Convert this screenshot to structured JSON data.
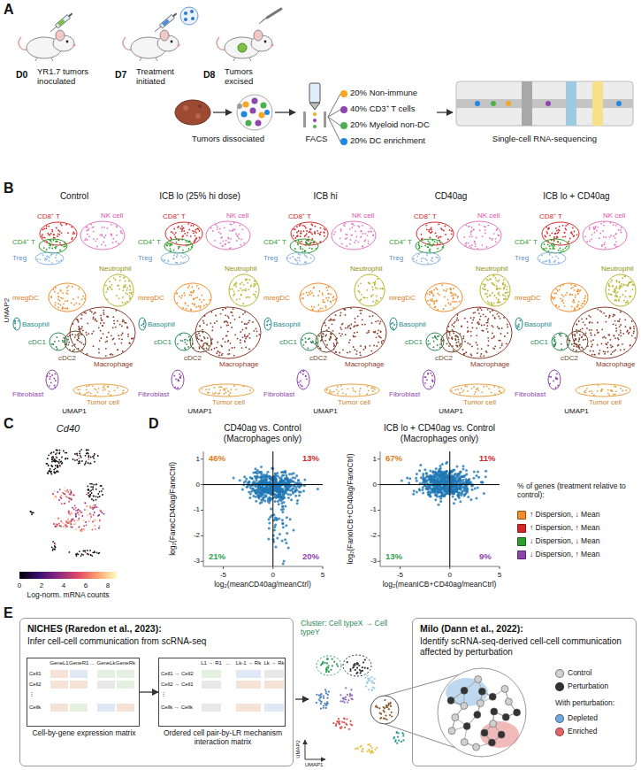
{
  "diagram": {
    "nodes": [
      {
        "text": [
          "NICHES (Raredon et al., 2023):",
          "Infer cell-cell communication from scRNA-seq"
        ]
      },
      {
        "text": [
          "Cell-by-gene expression matrix"
        ],
        "in": 0
      },
      {
        "text": [
          "Ordered cell pair-by-LR mechanism interaction matrix"
        ],
        "in": 0
      },
      {
        "text": [
          "Milo (Dann et al., 2022):",
          "Identify scRNA-seq-derived cell-cell communication affected by perturbation"
        ]
      }
    ],
    "edges": [
      {
        "from": 1,
        "to": 2,
        "arrow": "to"
      }
    ],
    "labels": [
      "A",
      "D0",
      "YR1.7 tumors inoculated",
      "D7",
      "Treatment initiated",
      "D8",
      "Tumors excised",
      "Tumors dissociated",
      "FACS",
      "20% Non-immune",
      "40% CD3⁺ T cells",
      "20% Myeloid non-DC",
      "20% DC enrichment",
      "Single-cell RNA-sequencing",
      "B",
      "UMAP2",
      "Control",
      "CD8⁺ T",
      "NK cell",
      "CD4⁺ T",
      "Treg",
      "Neutrophil",
      "mregDC",
      "Basophil",
      "cDC1",
      "cDC2",
      "Macrophage",
      "Fibroblast",
      "Tumor cell",
      "UMAP1",
      "ICB lo (25% hi dose)",
      "CD8⁺ T",
      "NK cell",
      "CD4⁺ T",
      "Treg",
      "Neutrophil",
      "mregDC",
      "Basophil",
      "cDC1",
      "cDC2",
      "Macrophage",
      "Fibroblast",
      "Tumor cell",
      "UMAP1",
      "ICB hi",
      "CD8⁺ T",
      "NK cell",
      "CD4⁺ T",
      "Treg",
      "Neutrophil",
      "mregDC",
      "Basophil",
      "cDC1",
      "cDC2",
      "Macrophage",
      "Fibroblast",
      "Tumor cell",
      "UMAP1",
      "CD40ag",
      "CD8⁺ T",
      "NK cell",
      "CD4⁺ T",
      "Treg",
      "Neutrophil",
      "mregDC",
      "Basophil",
      "cDC1",
      "cDC2",
      "Macrophage",
      "Fibroblast",
      "Tumor cell",
      "UMAP1",
      "ICB lo + CD40ag",
      "CD8⁺ T",
      "NK cell",
      "CD4⁺ T",
      "Treg",
      "Neutrophil",
      "mregDC",
      "Basophil",
      "cDC1",
      "cDC2",
      "Macrophage",
      "Fibroblast",
      "Tumor cell",
      "UMAP1",
      "C",
      "Cd40",
      "0",
      "2",
      "4",
      "6",
      "8",
      "Log-norm. mRNA counts",
      "D",
      "CD40ag vs. Control (Macrophages only)",
      "46%",
      "13%",
      "21%",
      "20%",
      "log₂(FanoCD40ag/FanoCtrl)",
      "log₂(meanCD40ag/meanCtrl)",
      "1",
      "0",
      "-1",
      "-2",
      "-3",
      "-5",
      "0",
      "5",
      "ICB lo + CD40ag vs. Control (Macrophages only)",
      "67%",
      "11%",
      "13%",
      "9%",
      "log₂(FanoICB+CD40ag/FanoCtrl)",
      "log₂(meanICB+CD40ag/meanCtrl)",
      "1",
      "0",
      "-1",
      "-2",
      "-3",
      "-5",
      "0",
      "5",
      "% of genes (treatment relative to control):",
      "E",
      "GeneL1",
      "GeneR1",
      "...",
      "GeneLk",
      "GeneRk",
      "Cell1",
      "Cell2",
      "⋮",
      "Cellk",
      "L1 → R1",
      "...",
      "Lk-1 → Rk",
      "Lk → Rk",
      "Cell1 → Cell2",
      "Cell2 → Cell1",
      "⋮",
      "Cellk → Cellk",
      "Cluster: Cell typeX → Cell typeY",
      "UMAP2",
      "UMAP1",
      "With perturbation:"
    ],
    "legend": [
      {
        "text": "↑ Dispersion, ↓ Mean",
        "color": "#f28c28"
      },
      {
        "text": "↑ Dispersion, ↑ Mean",
        "color": "#d62728"
      },
      {
        "text": "↓ Dispersion, ↓ Mean",
        "color": "#2ca02c"
      },
      {
        "text": "↓ Dispersion, ↑ Mean",
        "color": "#8e44ad"
      },
      {
        "text": "Control",
        "color": "#d0d0d0"
      },
      {
        "text": "Perturbation",
        "color": "#333333"
      },
      {
        "text": "Depleted",
        "color": "#6fa8dc"
      },
      {
        "text": "Enriched",
        "color": "#e06666"
      }
    ]
  }
}
